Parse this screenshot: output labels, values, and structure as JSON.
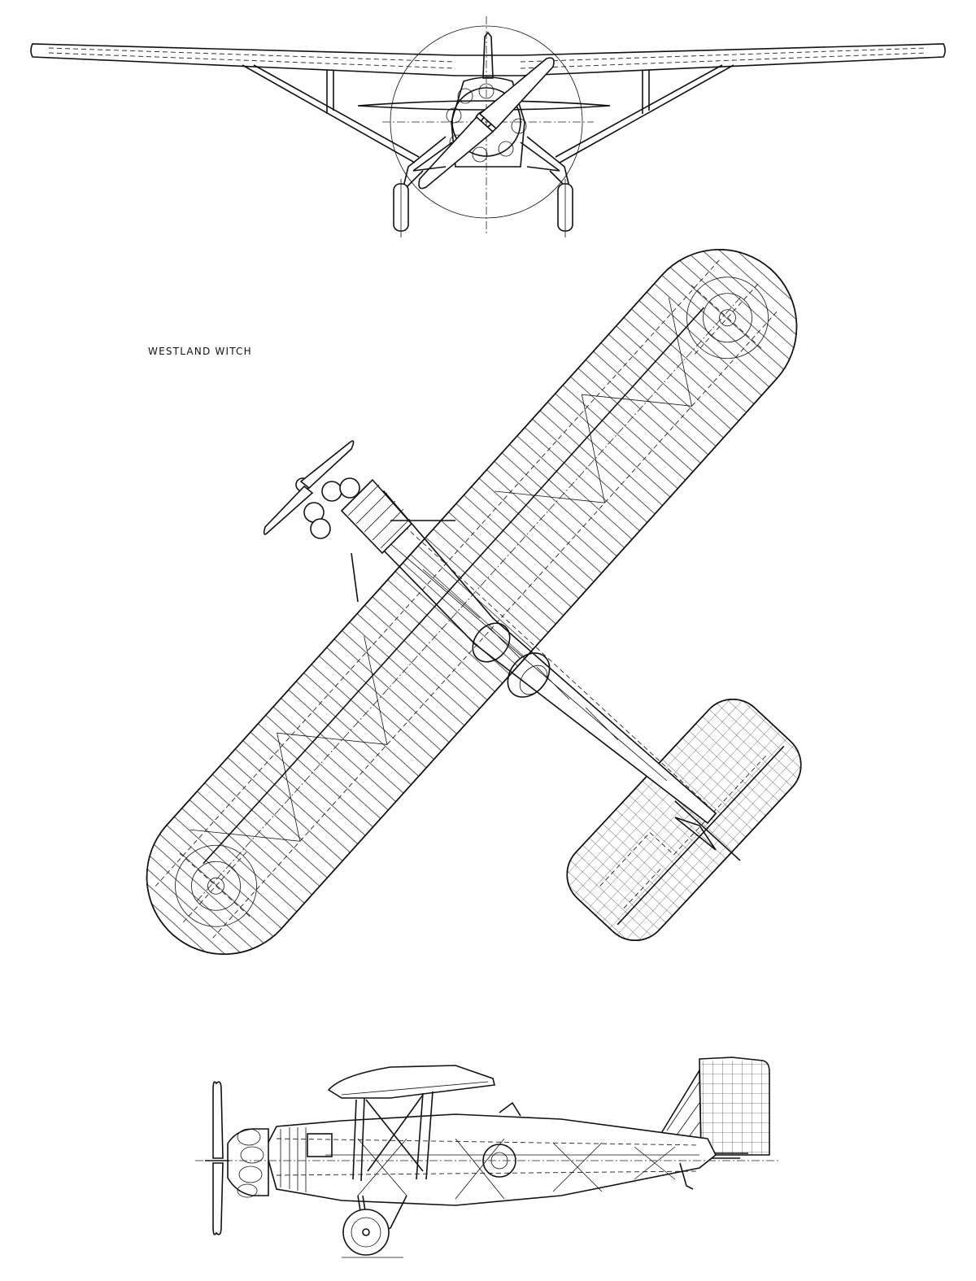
{
  "drawing": {
    "title": "WESTLAND WITCH",
    "views": [
      "front-view",
      "plan-view",
      "side-view"
    ]
  }
}
